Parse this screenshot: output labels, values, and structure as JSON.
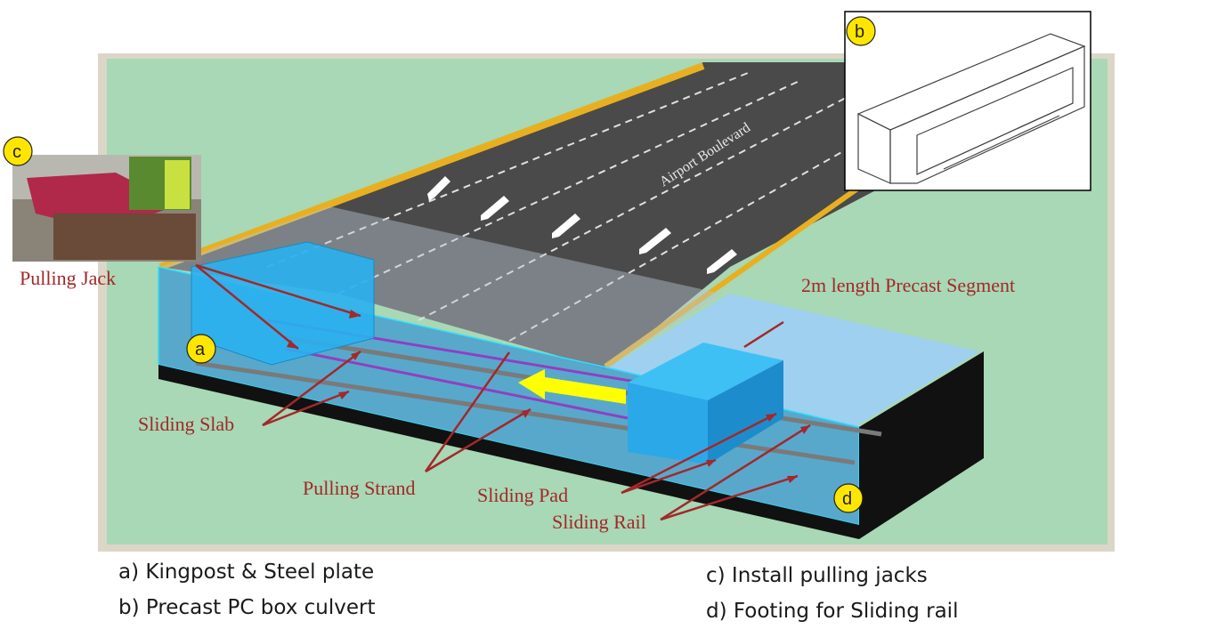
{
  "road": {
    "name": "Airport Boulevard"
  },
  "labels": {
    "pulling_jack": "Pulling Jack",
    "precast_segment": "2m length Precast Segment",
    "sliding_slab": "Sliding Slab",
    "pulling_strand": "Pulling Strand",
    "sliding_pad": "Sliding Pad",
    "sliding_rail": "Sliding Rail"
  },
  "badges": {
    "a": "a",
    "b": "b",
    "c": "c",
    "d": "d"
  },
  "captions": {
    "a": "a) Kingpost & Steel plate",
    "b": "b) Precast PC box culvert",
    "c": "c) Install pulling jacks",
    "d": "d) Footing for Sliding rail"
  },
  "colors": {
    "background_panel": "#a8d8b5",
    "road": "#4a4a4a",
    "road_edge": "#e8b020",
    "trench_water": "#4aa0d0",
    "segment": "#2ab0f0",
    "strand": "#9040c0",
    "arrow": "#ffff00",
    "label": "#a3282a",
    "badge": "#ffe600"
  }
}
